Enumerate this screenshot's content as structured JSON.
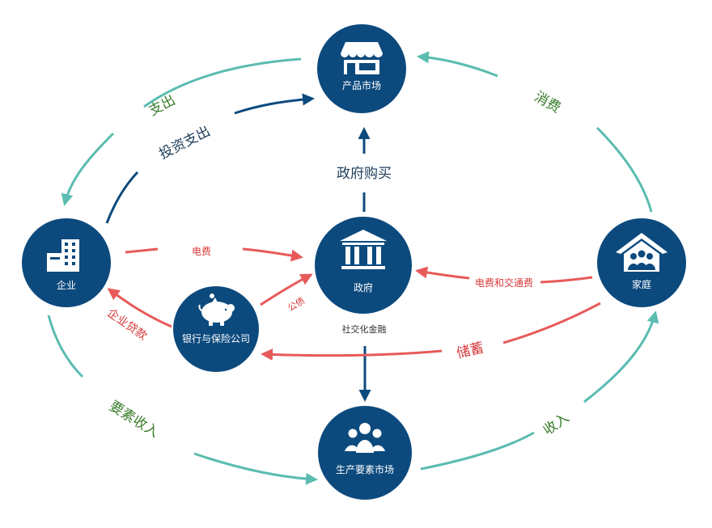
{
  "nodes": {
    "product_market": {
      "label": "产品市场",
      "icon": "storefront-icon"
    },
    "enterprise": {
      "label": "企业",
      "icon": "office-building-icon"
    },
    "government": {
      "label": "政府",
      "icon": "government-building-icon"
    },
    "household": {
      "label": "家庭",
      "icon": "house-family-icon"
    },
    "bank": {
      "label": "银行与保险公司",
      "icon": "piggy-bank-icon"
    },
    "factor_market": {
      "label": "生产要素市场",
      "icon": "people-group-icon"
    }
  },
  "edges": {
    "expenditure": "支出",
    "investment_expenditure": "投资支出",
    "consumption": "消费",
    "government_purchase": "政府购买",
    "electricity_fee": "电费",
    "public_bond": "公债",
    "enterprise_loan": "企业贷款",
    "utility_transport_fee": "电费和交通费",
    "savings": "储蓄",
    "social_finance": "社交化金融",
    "factor_income": "要素收入",
    "income": "收入"
  },
  "colors": {
    "node_fill": "#0c4a7e",
    "teal_arrow": "#5bbcb0",
    "red_arrow": "#e85a5a",
    "navy_arrow": "#0c4a7e",
    "green_text": "#3a7d2c",
    "red_text": "#d8393a",
    "navy_text": "#1c3d5a",
    "dark_text": "#333333"
  }
}
